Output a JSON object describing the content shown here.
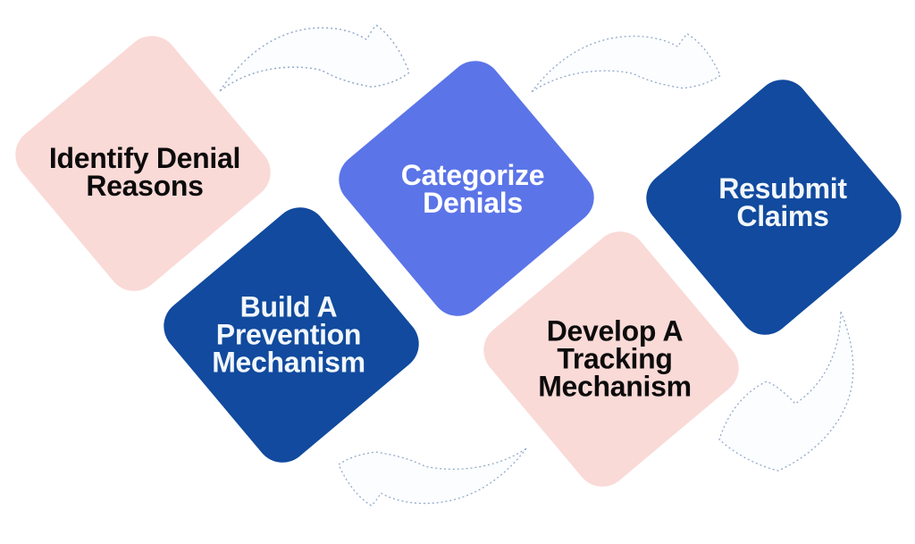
{
  "diagram": {
    "background_color": "#ffffff",
    "steps": [
      {
        "label": "Identify Denial Reasons",
        "lines": [
          "Identify Denial",
          "Reasons"
        ],
        "fill": "#f9dad7",
        "text_color": "#0d0b0c"
      },
      {
        "label": "Categorize Denials",
        "lines": [
          "Categorize",
          "Denials"
        ],
        "fill": "#5b74e8",
        "text_color": "#ffffff"
      },
      {
        "label": "Resubmit Claims",
        "lines": [
          "Resubmit",
          "Claims"
        ],
        "fill": "#114a9e",
        "text_color": "#f2f7fb"
      },
      {
        "label": "Build A Prevention Mechanism",
        "lines": [
          "Build A",
          "Prevention",
          "Mechanism"
        ],
        "fill": "#114a9e",
        "text_color": "#f2f7fb"
      },
      {
        "label": "Develop A Tracking Mechanism",
        "lines": [
          "Develop A",
          "Tracking",
          "Mechanism"
        ],
        "fill": "#f9dad7",
        "text_color": "#0d0b0c"
      }
    ],
    "arrows": [
      {
        "name": "identify-to-categorize",
        "direction": "right"
      },
      {
        "name": "categorize-to-resubmit",
        "direction": "right"
      },
      {
        "name": "resubmit-to-develop",
        "direction": "down-left"
      },
      {
        "name": "develop-to-build",
        "direction": "left"
      }
    ],
    "arrow_style": {
      "fill": "#fbfdfe",
      "stroke": "#93a9cb"
    }
  }
}
